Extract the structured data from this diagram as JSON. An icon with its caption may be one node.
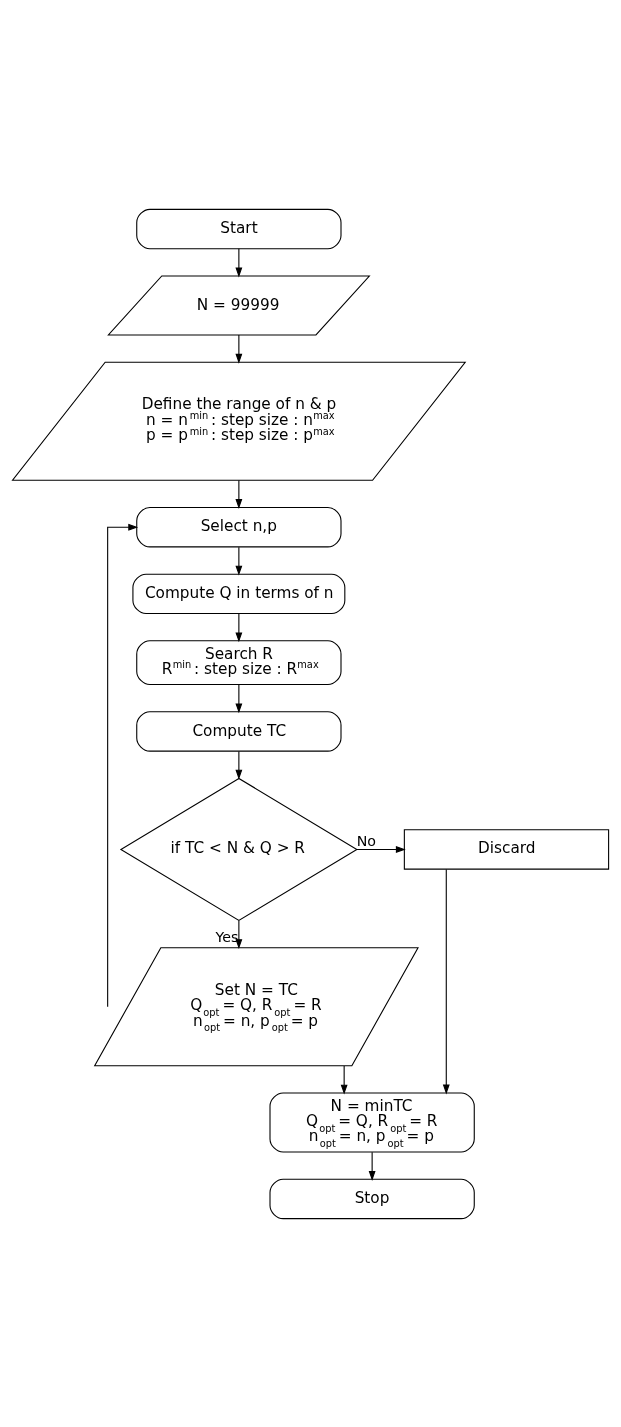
{
  "diagram": {
    "nodes": [
      {
        "text": [
          "Start"
        ]
      },
      {
        "text": [
          "N = 99999"
        ]
      },
      {
        "text": [
          "Define the range of n & p",
          "n = n$^{min}$ : step size : n$^{max}$",
          "p = p$^{min}$ : step size : p$^{max}$"
        ]
      },
      {
        "text": [
          "Select n,p"
        ]
      },
      {
        "text": [
          "Compute Q in terms of n"
        ]
      },
      {
        "text": [
          "Search R",
          "R$^{min}$ : step size : R$^{max}$"
        ]
      },
      {
        "text": [
          "Compute TC"
        ]
      },
      {
        "text": [
          "if TC < N & Q > R"
        ]
      },
      {
        "text": [
          "Discard"
        ]
      },
      {
        "text": [
          "Set N = TC",
          "Q$_{opt}$ = Q, R$_{opt}$ = R",
          "n$_{opt}$ = n, p$_{opt}$ = p"
        ]
      },
      {
        "text": [
          "N = minTC",
          "Q$_{opt}$ = Q, R$_{opt}$ = R",
          "n$_{opt}$ = n, p$_{opt}$ = p"
        ]
      },
      {
        "text": [
          "Stop"
        ]
      }
    ],
    "edges": [
      {
        "from": 0,
        "to": 1,
        "arrow": "to"
      },
      {
        "from": 1,
        "to": 2,
        "arrow": "to"
      },
      {
        "from": 2,
        "to": 3,
        "arrow": "to"
      },
      {
        "from": 3,
        "to": 4,
        "arrow": "to"
      },
      {
        "from": 4,
        "to": 5,
        "arrow": "to"
      },
      {
        "from": 5,
        "to": 6,
        "arrow": "to"
      },
      {
        "from": 6,
        "to": 7,
        "arrow": "to"
      },
      {
        "from": 7,
        "to": 8,
        "arrow": "to",
        "label": "No"
      },
      {
        "from": 7,
        "to": 9,
        "arrow": "to",
        "label": "Yes"
      },
      {
        "from": 9,
        "to": 3,
        "arrow": "to"
      },
      {
        "from": 9,
        "to": 10,
        "arrow": "to"
      },
      {
        "from": 8,
        "to": 10,
        "arrow": "to"
      },
      {
        "from": 10,
        "to": 11,
        "arrow": "to"
      }
    ]
  }
}
